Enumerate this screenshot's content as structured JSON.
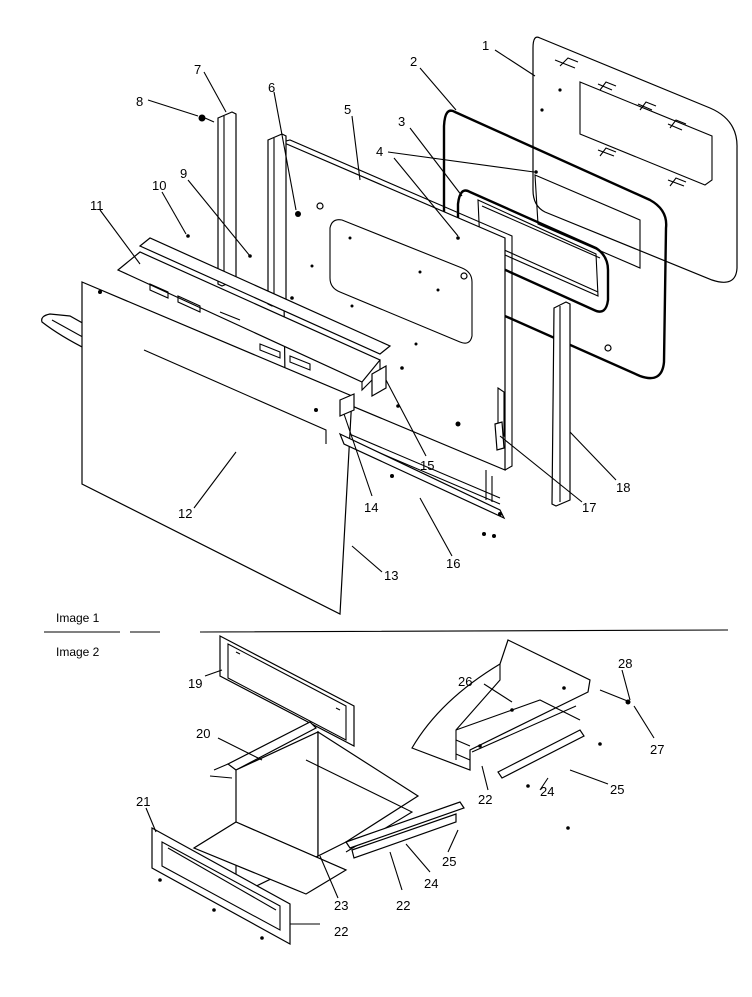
{
  "sections": [
    {
      "caption": "Image 1"
    },
    {
      "caption": "Image 2"
    }
  ],
  "callouts": [
    {
      "num": "1"
    },
    {
      "num": "2"
    },
    {
      "num": "3"
    },
    {
      "num": "4"
    },
    {
      "num": "5"
    },
    {
      "num": "6"
    },
    {
      "num": "7"
    },
    {
      "num": "8"
    },
    {
      "num": "9"
    },
    {
      "num": "10"
    },
    {
      "num": "11"
    },
    {
      "num": "12"
    },
    {
      "num": "13"
    },
    {
      "num": "14"
    },
    {
      "num": "15"
    },
    {
      "num": "16"
    },
    {
      "num": "17"
    },
    {
      "num": "18"
    },
    {
      "num": "19"
    },
    {
      "num": "20"
    },
    {
      "num": "21"
    },
    {
      "num": "22"
    },
    {
      "num": "23"
    },
    {
      "num": "24"
    },
    {
      "num": "25"
    },
    {
      "num": "26"
    },
    {
      "num": "27"
    },
    {
      "num": "28"
    },
    {
      "num": "22"
    },
    {
      "num": "24"
    },
    {
      "num": "25"
    },
    {
      "num": "22"
    }
  ]
}
